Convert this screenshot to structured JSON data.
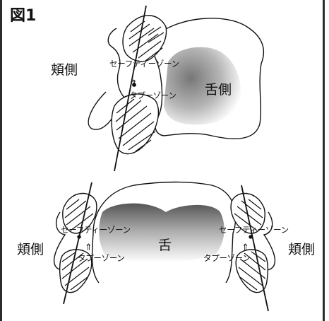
{
  "figure_label": "図1",
  "top": {
    "cheek_side": "頬側",
    "tongue_side": "舌側",
    "safety_zone": "セーフティーゾーン",
    "tap_zone": "タプーゾーン",
    "arrow": "⇑"
  },
  "bottom": {
    "cheek_left": "頬側",
    "cheek_right": "頬側",
    "tongue": "舌",
    "safety_zone_left": "セーフティーゾーン",
    "safety_zone_right": "セーフティーゾーン",
    "tap_zone_left": "タプーゾーン",
    "tap_zone_right": "タプーゾーン",
    "arrow_left": "⇑",
    "arrow_right": "⇑"
  }
}
